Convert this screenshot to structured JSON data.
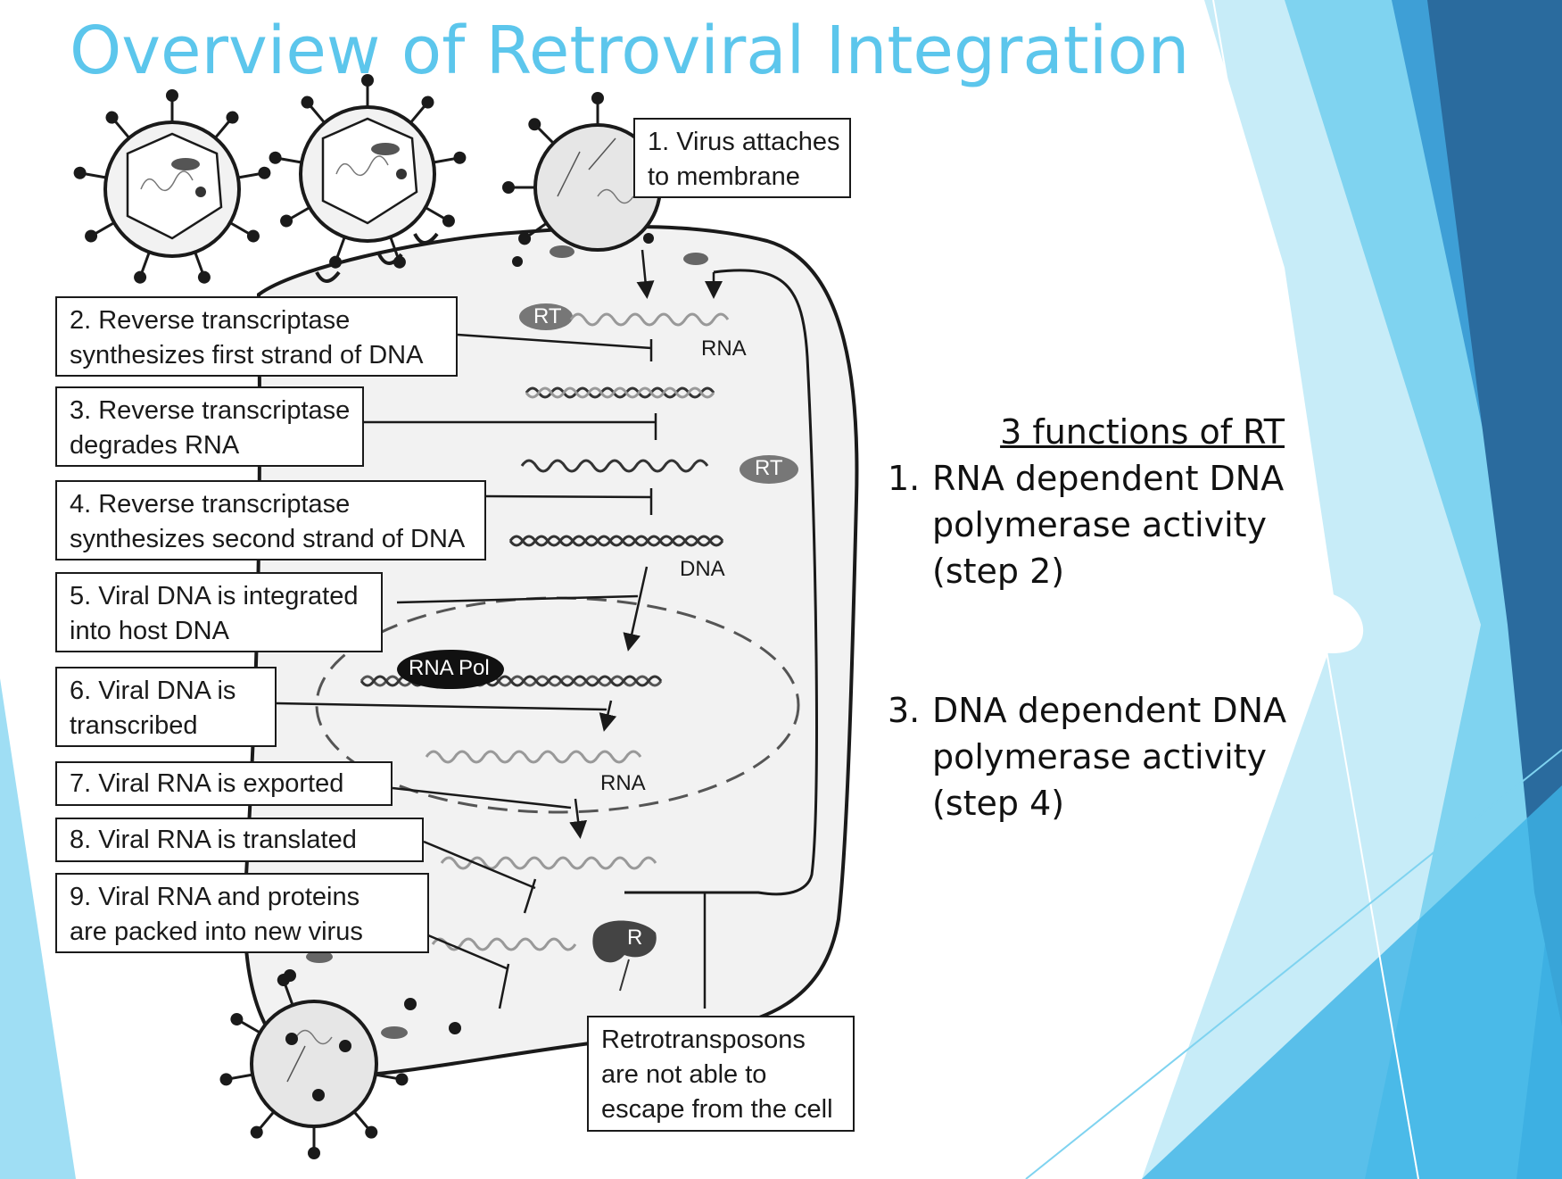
{
  "slide": {
    "title": "Overview of Retroviral Integration"
  },
  "steps": [
    {
      "line1": "1. Virus attaches",
      "line2": "to membrane"
    },
    {
      "line1": "2. Reverse transcriptase",
      "line2": "synthesizes first strand of DNA"
    },
    {
      "line1": "3. Reverse transcriptase",
      "line2": "degrades RNA"
    },
    {
      "line1": "4. Reverse transcriptase",
      "line2": "synthesizes second strand of DNA"
    },
    {
      "line1": "5. Viral DNA is integrated",
      "line2": "into host DNA"
    },
    {
      "line1": "6. Viral DNA is",
      "line2": "transcribed"
    },
    {
      "line1": "7. Viral RNA is exported"
    },
    {
      "line1": "8. Viral RNA is translated"
    },
    {
      "line1": "9. Viral RNA and proteins",
      "line2": "are packed into new virus"
    }
  ],
  "retrotransposons": {
    "line1": "Retrotransposons",
    "line2": "are not able to",
    "line3": "escape from the cell"
  },
  "diagram_labels": {
    "rt_top": "RT",
    "rna_1": "RNA",
    "rt_mid": "RT",
    "dna": "DNA",
    "rna_pol": "RNA Pol",
    "rna_2": "RNA",
    "r": "R"
  },
  "rt_functions": {
    "heading": "3 functions of RT",
    "items": [
      {
        "num": "1.",
        "line1": "RNA dependent DNA",
        "line2": "polymerase activity",
        "line3": "(step 2)"
      },
      {
        "num": "3.",
        "line1": "DNA dependent DNA",
        "line2": "polymerase activity",
        "line3": "(step 4)"
      }
    ]
  },
  "colors": {
    "title": "#5cc6ec",
    "accent_dark": "#2a6b9e",
    "accent_light": "#7fd3f0",
    "cell_fill": "#f2f2f2",
    "nucleus_dash": "#555555"
  }
}
